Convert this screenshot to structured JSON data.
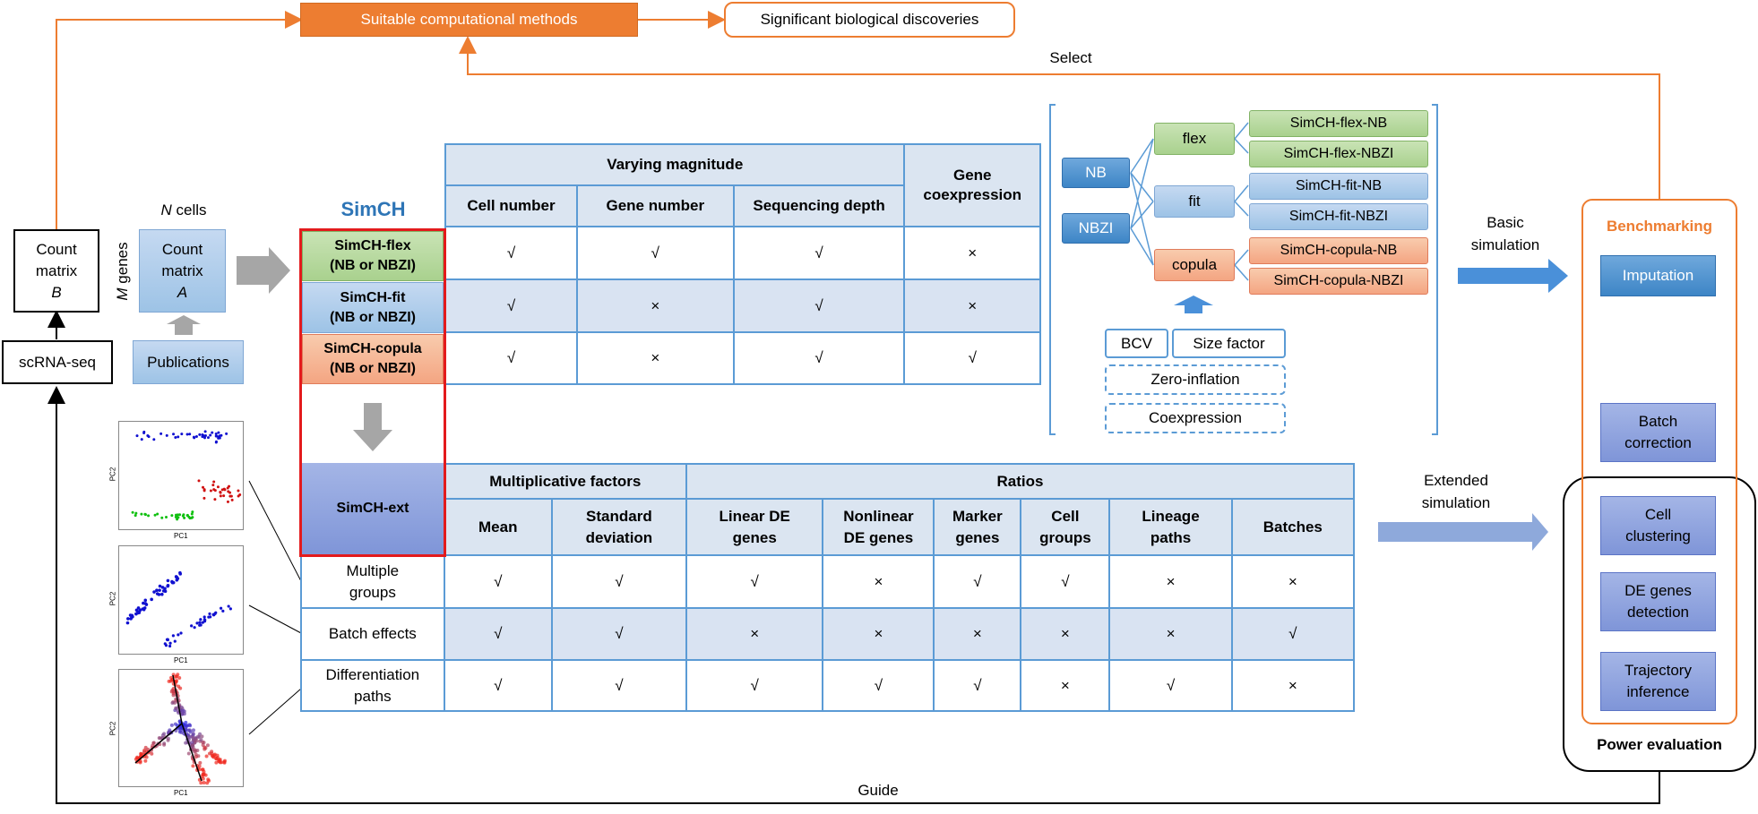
{
  "top": {
    "methods": "Suitable computational methods",
    "discoveries": "Significant biological discoveries",
    "select": "Select",
    "guide": "Guide"
  },
  "left": {
    "count_b_l1": "Count",
    "count_b_l2": "matrix",
    "count_b_l3": "B",
    "scrna": "scRNA-seq",
    "n_cells_n": "N",
    "n_cells_t": " cells",
    "m_genes_m": "M",
    "m_genes_t": " genes",
    "count_a_l1": "Count",
    "count_a_l2": "matrix",
    "count_a_l3": "A",
    "publications": "Publications",
    "pc1": "PC1",
    "pc2": "PC2"
  },
  "simch": {
    "title": "SimCH",
    "flex_l1": "SimCH-flex",
    "flex_l2": "(NB or NBZI)",
    "fit_l1": "SimCH-fit",
    "fit_l2": "(NB or NBZI)",
    "copula_l1": "SimCH-copula",
    "copula_l2": "(NB or NBZI)",
    "ext": "SimCH-ext"
  },
  "table1": {
    "group_header": "Varying magnitude",
    "gene_coexp_l1": "Gene",
    "gene_coexp_l2": "coexpression",
    "columns": [
      "Cell number",
      "Gene number",
      "Sequencing depth"
    ],
    "rows": [
      [
        "√",
        "√",
        "√",
        "×"
      ],
      [
        "√",
        "×",
        "√",
        "×"
      ],
      [
        "√",
        "×",
        "√",
        "√"
      ]
    ]
  },
  "table2": {
    "group1": "Multiplicative factors",
    "group2": "Ratios",
    "columns": [
      [
        "Mean",
        ""
      ],
      [
        "Standard",
        "deviation"
      ],
      [
        "Linear DE",
        "genes"
      ],
      [
        "Nonlinear",
        "DE genes"
      ],
      [
        "Marker",
        "genes"
      ],
      [
        "Cell",
        "groups"
      ],
      [
        "Lineage",
        "paths"
      ],
      [
        "Batches",
        ""
      ]
    ],
    "row_labels": [
      [
        "Multiple",
        "groups"
      ],
      [
        "Batch effects",
        ""
      ],
      [
        "Differentiation",
        "paths"
      ]
    ],
    "rows": [
      [
        "√",
        "√",
        "√",
        "×",
        "√",
        "√",
        "×",
        "×"
      ],
      [
        "√",
        "√",
        "×",
        "×",
        "×",
        "×",
        "×",
        "√"
      ],
      [
        "√",
        "√",
        "√",
        "√",
        "√",
        "×",
        "√",
        "×"
      ]
    ]
  },
  "models": {
    "nb": "NB",
    "nbzi": "NBZI",
    "flex": "flex",
    "fit": "fit",
    "copula": "copula",
    "outputs": [
      "SimCH-flex-NB",
      "SimCH-flex-NBZI",
      "SimCH-fit-NB",
      "SimCH-fit-NBZI",
      "SimCH-copula-NB",
      "SimCH-copula-NBZI"
    ],
    "bcv": "BCV",
    "size_factor": "Size factor",
    "zero_inflation": "Zero-inflation",
    "coexpression": "Coexpression"
  },
  "right": {
    "basic_l1": "Basic",
    "basic_l2": "simulation",
    "extended_l1": "Extended",
    "extended_l2": "simulation",
    "benchmarking": "Benchmarking",
    "imputation": "Imputation",
    "batch_l1": "Batch",
    "batch_l2": "correction",
    "cluster_l1": "Cell",
    "cluster_l2": "clustering",
    "de_l1": "DE genes",
    "de_l2": "detection",
    "traj_l1": "Trajectory",
    "traj_l2": "inference",
    "power": "Power evaluation"
  },
  "colors": {
    "orange": "#ed7d31",
    "blue_border": "#5b9bd5",
    "red_border": "#e31a1c",
    "green": "#a9d18e",
    "salmon": "#f4a582"
  }
}
